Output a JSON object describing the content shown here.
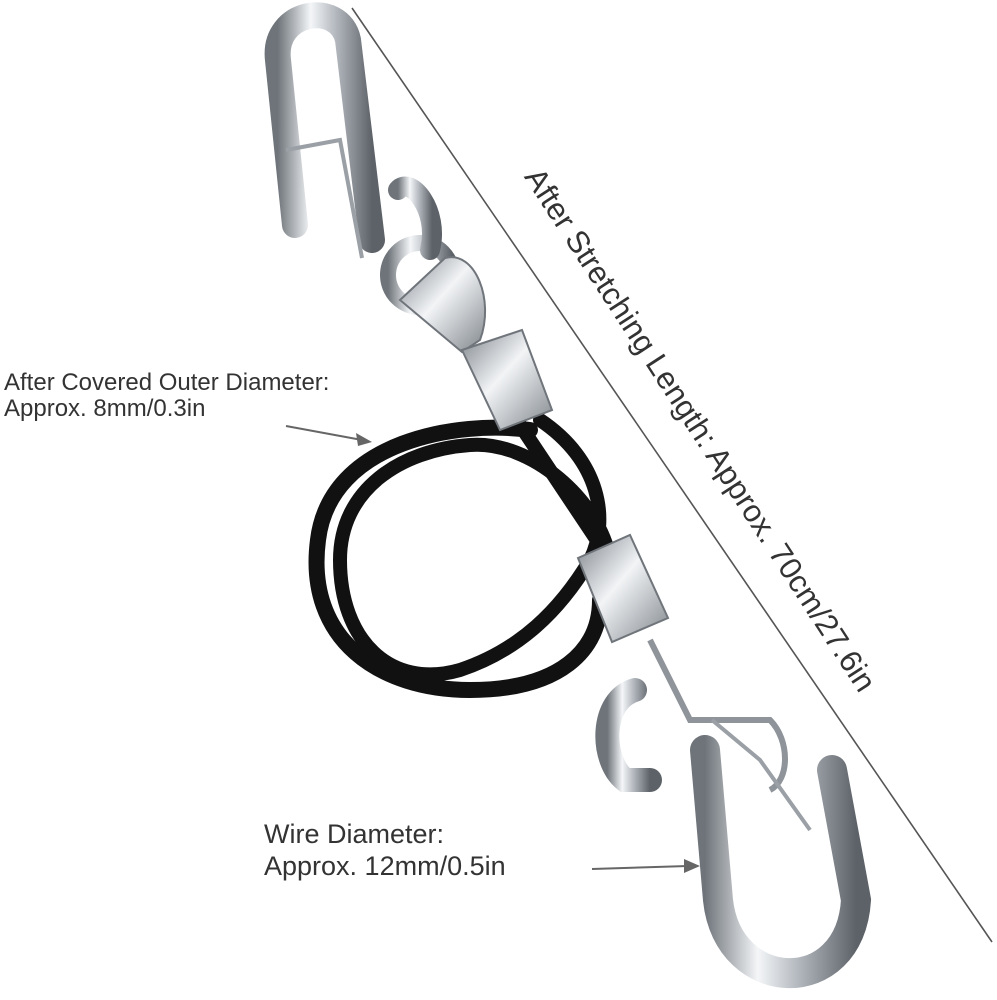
{
  "labels": {
    "outer_diameter": {
      "line1": "After Covered Outer Diameter:",
      "line2": "Approx. 8mm/0.3in"
    },
    "wire_diameter": {
      "line1": "Wire Diameter:",
      "line2": "Approx. 12mm/0.5in"
    },
    "stretching_length": "After Stretching Length: Approx. 70cm/27.6in"
  },
  "colors": {
    "background": "#ffffff",
    "text": "#333333",
    "cable": "#111111",
    "metal": "#c8ccd0",
    "dimension_line": "#555555"
  }
}
